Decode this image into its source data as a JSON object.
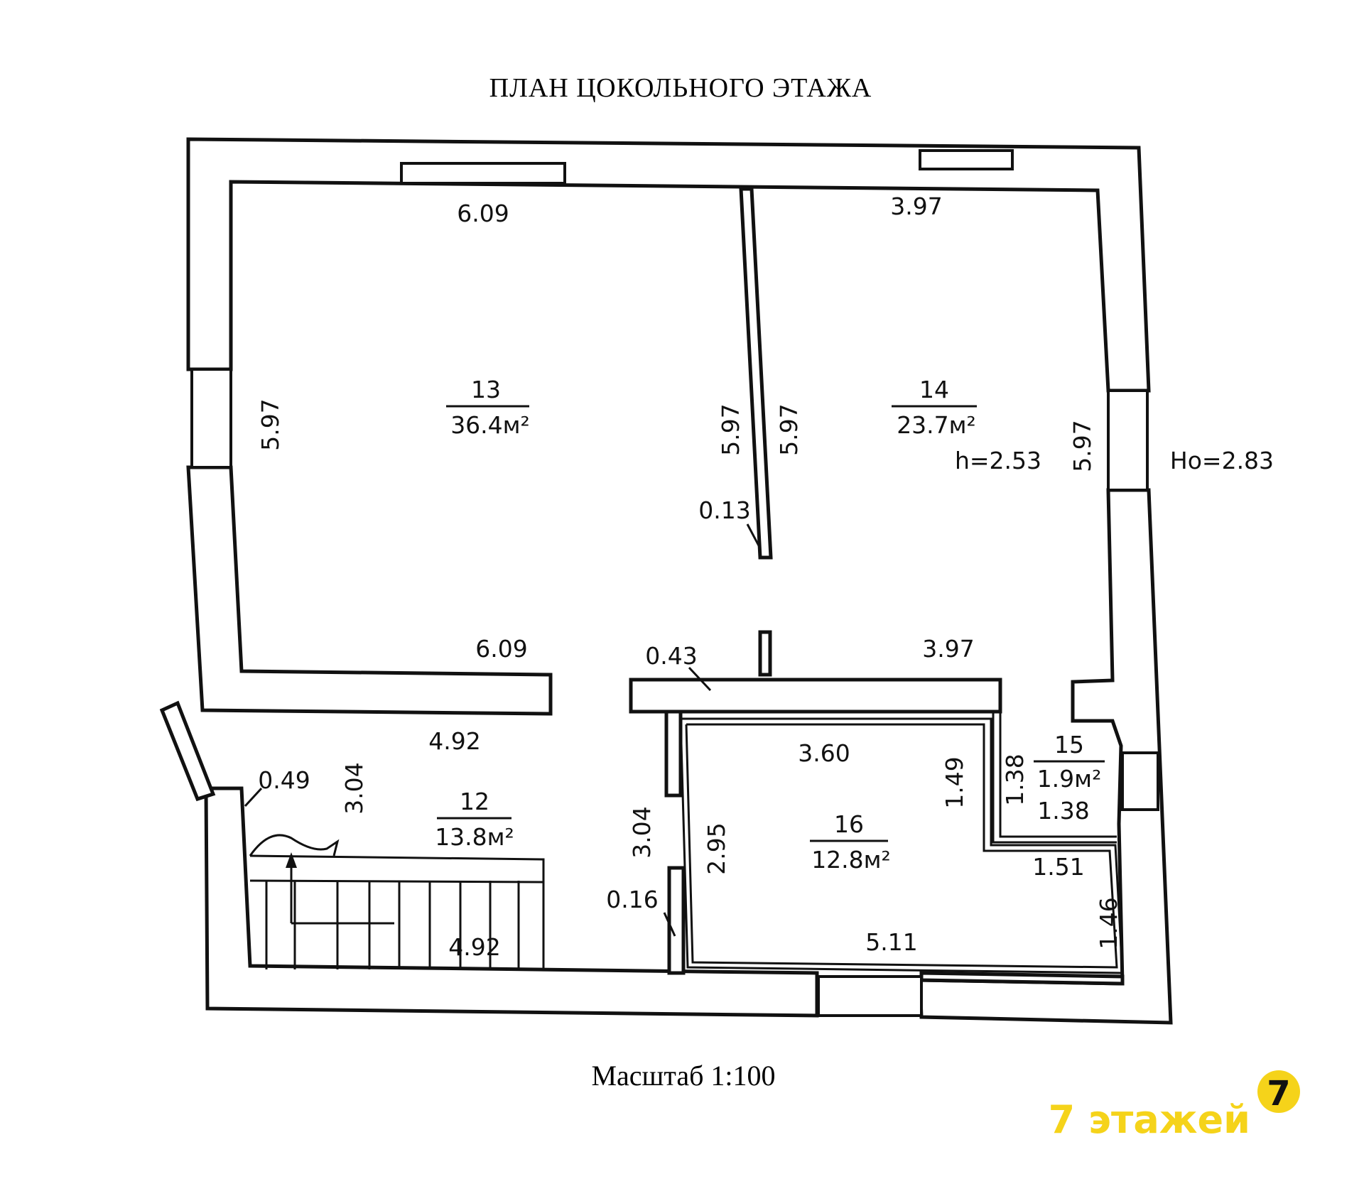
{
  "title": "ПЛАН ЦОКОЛЬНОГО ЭТАЖА",
  "scale_label": "Масштаб 1:100",
  "brand": {
    "text": "7 этажей",
    "logo_digit": "7",
    "color": "#f5d31a"
  },
  "ceiling_label": "h=2.53",
  "foundation_label": "Hо=2.83",
  "rooms": [
    {
      "id": "13",
      "number": "13",
      "area": "36.4м²"
    },
    {
      "id": "14",
      "number": "14",
      "area": "23.7м²"
    },
    {
      "id": "12",
      "number": "12",
      "area": "13.8м²"
    },
    {
      "id": "16",
      "number": "16",
      "area": "12.8м²"
    },
    {
      "id": "15",
      "number": "15",
      "area": "1.9м²"
    }
  ],
  "dimensions": {
    "r13_top": "6.09",
    "r13_left": "5.97",
    "r13_right": "5.97",
    "r13_bottom": "6.09",
    "r14_top": "3.97",
    "r14_left": "5.97",
    "r14_right": "5.97",
    "r14_bottom": "3.97",
    "partition_thickness": "0.13",
    "wall_043": "0.43",
    "r12_top": "4.92",
    "r12_left": "3.04",
    "r12_right": "3.04",
    "r12_bottom": "4.92",
    "r12_wall": "0.49",
    "wall_016": "0.16",
    "r16_top": "3.60",
    "r16_left": "2.95",
    "r16_right": "1.49",
    "r16_bottom": "5.11",
    "r16_step_top": "1.51",
    "r16_step_right": "1.46",
    "r15_left": "1.38",
    "r15_bottom": "1.38"
  }
}
